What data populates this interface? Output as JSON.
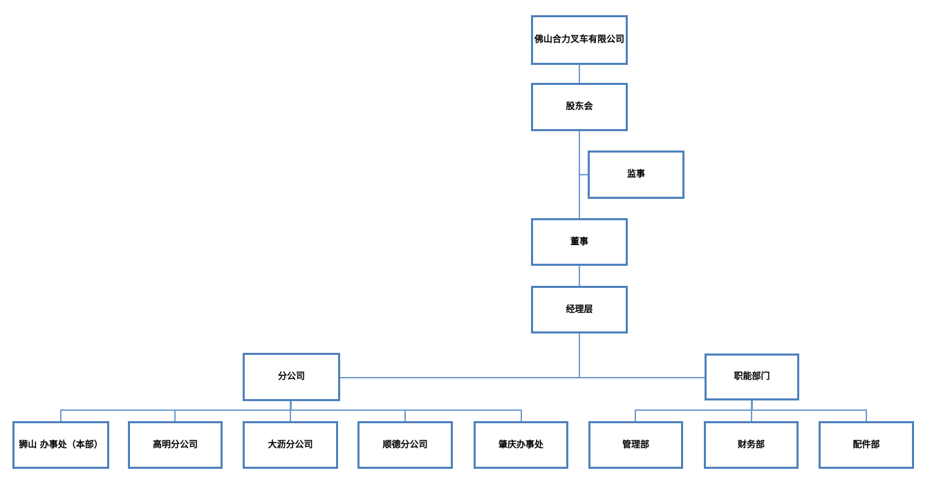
{
  "diagram": {
    "type": "org-chart",
    "colors": {
      "box_border": "#4f81bd",
      "connector": "#6d9bd1",
      "text": "#000000",
      "background": "#ffffff"
    },
    "nodes": [
      {
        "id": "company",
        "label": "佛山合力叉车有限公司",
        "level": 1,
        "parent": null
      },
      {
        "id": "shareholders",
        "label": "股东会",
        "level": 2,
        "parent": "company"
      },
      {
        "id": "supervisor",
        "label": "监事",
        "level": 3,
        "parent": "shareholders"
      },
      {
        "id": "director",
        "label": "董事",
        "level": 3,
        "parent": "shareholders"
      },
      {
        "id": "management",
        "label": "经理层",
        "level": 4,
        "parent": "director"
      },
      {
        "id": "branches",
        "label": "分公司",
        "level": 5,
        "parent": "management"
      },
      {
        "id": "functional",
        "label": "职能部门",
        "level": 5,
        "parent": "management"
      },
      {
        "id": "shishan",
        "label": "狮山 办事处（本部）",
        "level": 6,
        "parent": "branches"
      },
      {
        "id": "gaoming",
        "label": "高明分公司",
        "level": 6,
        "parent": "branches"
      },
      {
        "id": "dali",
        "label": "大沥分公司",
        "level": 6,
        "parent": "branches"
      },
      {
        "id": "shunde",
        "label": "顺德分公司",
        "level": 6,
        "parent": "branches"
      },
      {
        "id": "zhaoqing",
        "label": "肇庆办事处",
        "level": 6,
        "parent": "branches"
      },
      {
        "id": "admin",
        "label": "管理部",
        "level": 6,
        "parent": "functional"
      },
      {
        "id": "finance",
        "label": "财务部",
        "level": 6,
        "parent": "functional"
      },
      {
        "id": "parts",
        "label": "配件部",
        "level": 6,
        "parent": "functional"
      }
    ]
  }
}
